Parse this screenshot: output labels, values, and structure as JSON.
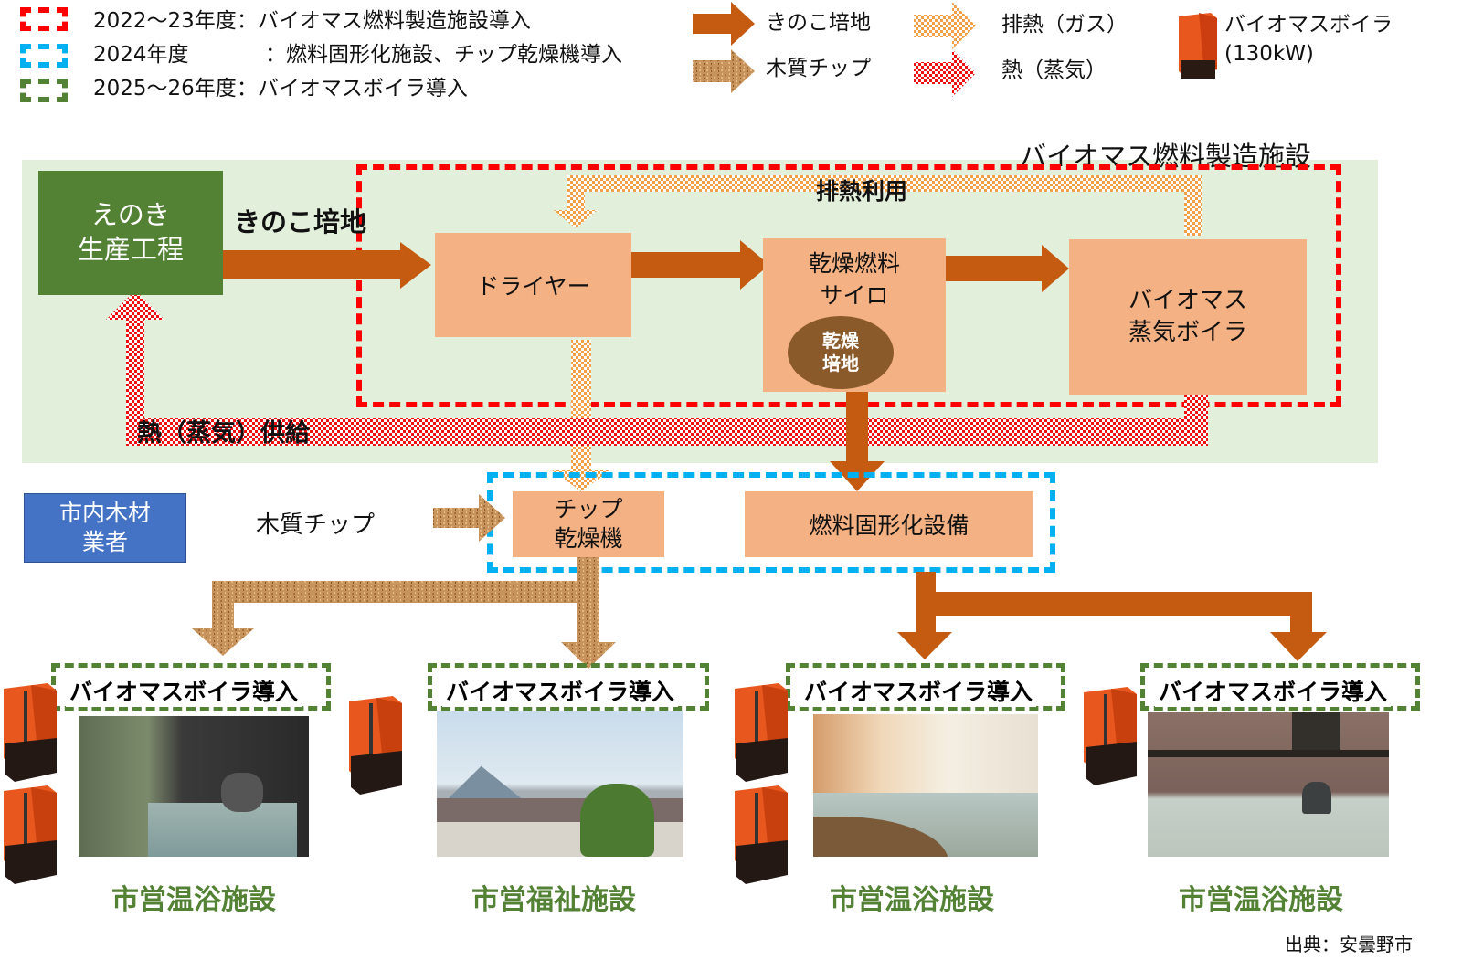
{
  "legend": {
    "phases": [
      {
        "period": "2022～23年度",
        "separator": "：",
        "description": "バイオマス燃料製造施設導入",
        "color": "#ff0000"
      },
      {
        "period": "2024年度",
        "separator": "：",
        "description": "燃料固形化施設、チップ乾燥機導入",
        "color": "#00b0f0"
      },
      {
        "period": "2025～26年度",
        "separator": "：",
        "description": "バイオマスボイラ導入",
        "color": "#548235"
      }
    ],
    "arrows": [
      {
        "label": "きのこ培地",
        "icon": "solid-brown-arrow-icon"
      },
      {
        "label": "木質チップ",
        "icon": "wood-chip-arrow-icon"
      },
      {
        "label": "排熱（ガス）",
        "icon": "orange-hatched-arrow-icon"
      },
      {
        "label": "熱（蒸気）",
        "icon": "red-hatched-arrow-icon"
      }
    ],
    "boiler": {
      "line1": "バイオマスボイラ",
      "line2": "(130kW)",
      "icon": "biomass-boiler-icon"
    }
  },
  "facility": {
    "title": "バイオマス燃料製造施設",
    "enoki": {
      "line1": "えのき",
      "line2": "生産工程"
    },
    "mushroom_medium_label": "きのこ培地",
    "dryer": "ドライヤー",
    "silo": {
      "line1": "乾燥燃料",
      "line2": "サイロ",
      "medium_line1": "乾燥",
      "medium_line2": "培地"
    },
    "steam_boiler": {
      "line1": "バイオマス",
      "line2": "蒸気ボイラ"
    },
    "waste_heat_label": "排熱利用",
    "steam_supply_label": "熱（蒸気）供給"
  },
  "middle": {
    "supplier": {
      "line1": "市内木材",
      "line2": "業者"
    },
    "wood_chip_label": "木質チップ",
    "chip_dryer": {
      "line1": "チップ",
      "line2": "乾燥機"
    },
    "solidification": "燃料固形化設備"
  },
  "facilities": [
    {
      "boiler_label": "バイオマスボイラ導入",
      "name": "市営温浴施設",
      "boilers": 2,
      "photo": "indoor-bath-photo"
    },
    {
      "boiler_label": "バイオマスボイラ導入",
      "name": "市営福祉施設",
      "boilers": 1,
      "photo": "welfare-building-photo"
    },
    {
      "boiler_label": "バイオマスボイラ導入",
      "name": "市営温浴施設",
      "boilers": 2,
      "photo": "large-bath-hall-photo"
    },
    {
      "boiler_label": "バイオマスボイラ導入",
      "name": "市営温浴施設",
      "boilers": 1,
      "photo": "stone-bath-photo"
    }
  ],
  "source": "出典：安曇野市",
  "colors": {
    "brown_arrow": "#c55a11",
    "salmon_box": "#f4b183",
    "green_box": "#548235",
    "blue_box": "#4472c4",
    "facility_bg": "#e2efda"
  }
}
